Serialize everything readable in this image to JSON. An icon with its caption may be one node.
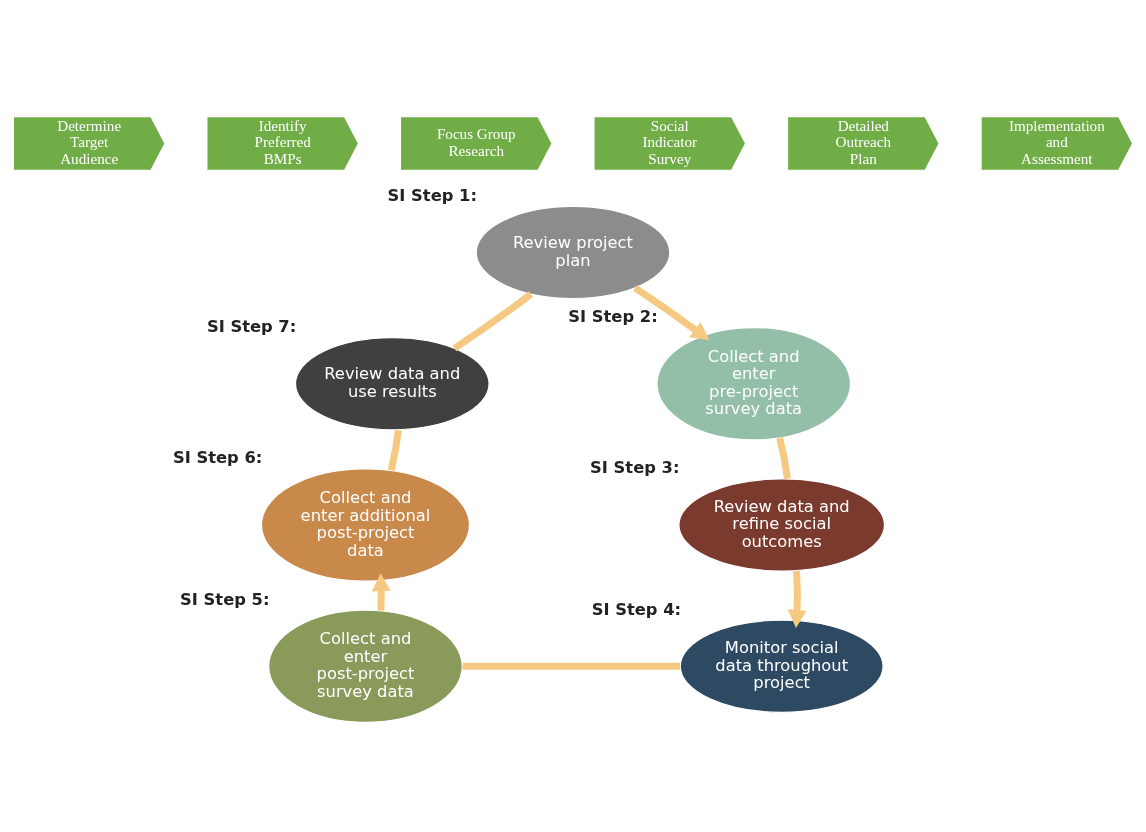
{
  "diagram": {
    "nodes": [
      {
        "text": [
          "Determine Target Audience"
        ]
      },
      {
        "text": [
          "Identify Preferred BMPs"
        ]
      },
      {
        "text": [
          "Focus Group Research"
        ]
      },
      {
        "text": [
          "Social Indicator Survey"
        ]
      },
      {
        "text": [
          "Detailed Outreach Plan"
        ]
      },
      {
        "text": [
          "Implementation and Assessment"
        ]
      },
      {
        "text": [
          "Review project plan"
        ],
        "beside": [
          "SI Step 1:"
        ]
      },
      {
        "text": [
          "Collect and enter pre-project survey data"
        ],
        "beside": [
          "SI Step 2:"
        ]
      },
      {
        "text": [
          "Review data and refine social outcomes"
        ],
        "beside": [
          "SI Step 3:"
        ]
      },
      {
        "text": [
          "Monitor social data throughout project"
        ],
        "beside": [
          "SI Step 4:"
        ]
      },
      {
        "text": [
          "Collect and enter post-project survey data"
        ],
        "beside": [
          "SI Step 5:"
        ]
      },
      {
        "text": [
          "Collect and enter additional post-project data"
        ],
        "beside": [
          "SI Step 6:"
        ]
      },
      {
        "text": [
          "Review data and use results"
        ],
        "beside": [
          "SI Step 7:"
        ]
      }
    ],
    "edges": [
      {
        "from": 6,
        "to": 7,
        "arrow": "to"
      },
      {
        "from": 7,
        "to": 8,
        "arrow": "none"
      },
      {
        "from": 8,
        "to": 9,
        "arrow": "to"
      },
      {
        "from": 9,
        "to": 10,
        "arrow": "none"
      },
      {
        "from": 10,
        "to": 11,
        "arrow": "to"
      },
      {
        "from": 11,
        "to": 12,
        "arrow": "none"
      },
      {
        "from": 12,
        "to": 6,
        "arrow": "none"
      }
    ]
  }
}
